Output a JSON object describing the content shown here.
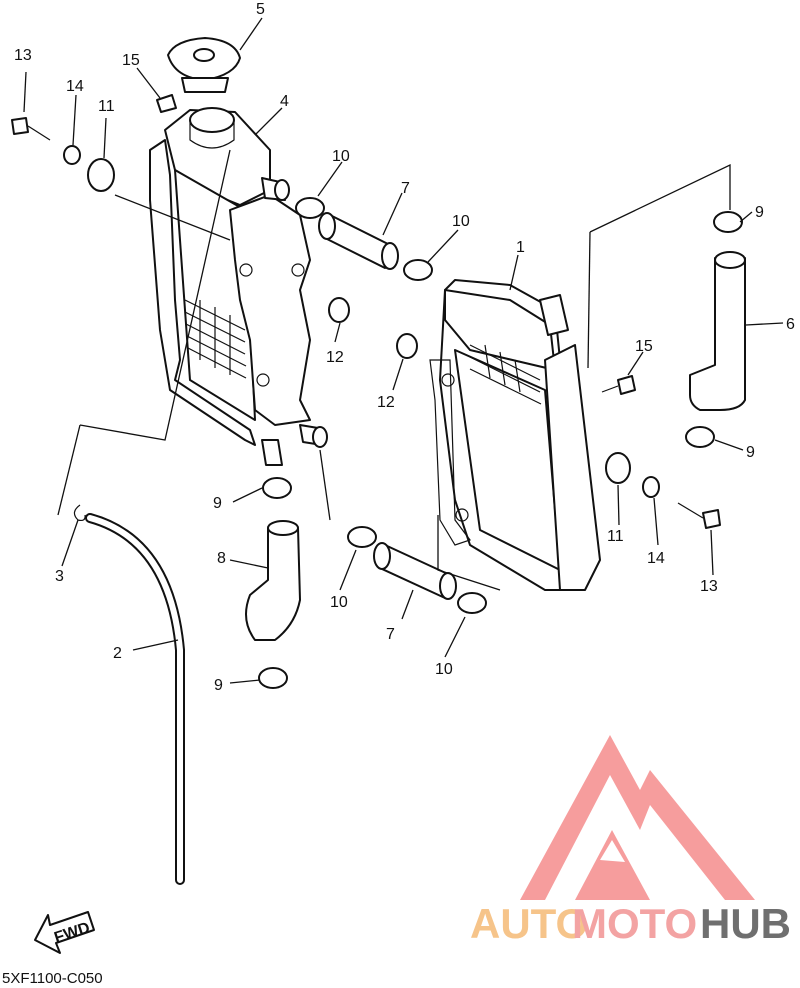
{
  "callouts": [
    {
      "id": "c5a",
      "text": "5"
    },
    {
      "id": "c13a",
      "text": "13"
    },
    {
      "id": "c15a",
      "text": "15"
    },
    {
      "id": "c14a",
      "text": "14"
    },
    {
      "id": "c11a",
      "text": "11"
    },
    {
      "id": "c4",
      "text": "4"
    },
    {
      "id": "c10a",
      "text": "10"
    },
    {
      "id": "c7a",
      "text": "7"
    },
    {
      "id": "c10b",
      "text": "10"
    },
    {
      "id": "c9a",
      "text": "9"
    },
    {
      "id": "c1",
      "text": "1"
    },
    {
      "id": "c6",
      "text": "6"
    },
    {
      "id": "c12a",
      "text": "12"
    },
    {
      "id": "c12b",
      "text": "12"
    },
    {
      "id": "c15b",
      "text": "15"
    },
    {
      "id": "c9b",
      "text": "9"
    },
    {
      "id": "c11b",
      "text": "11"
    },
    {
      "id": "c14b",
      "text": "14"
    },
    {
      "id": "c13b",
      "text": "13"
    },
    {
      "id": "c9c",
      "text": "9"
    },
    {
      "id": "c3",
      "text": "3"
    },
    {
      "id": "c8",
      "text": "8"
    },
    {
      "id": "c10c",
      "text": "10"
    },
    {
      "id": "c7b",
      "text": "7"
    },
    {
      "id": "c10d",
      "text": "10"
    },
    {
      "id": "c2",
      "text": "2"
    },
    {
      "id": "c9d",
      "text": "9"
    }
  ],
  "fwd_label": "FWD",
  "diagram_code": "5XF1100-C050",
  "watermark": {
    "part1": "AUTO",
    "part2": "MOTO",
    "part3": "HUB",
    "colors": {
      "auto": "#f6c48a",
      "moto": "#f3a3a3",
      "hub": "#6f6f6f",
      "logo": "#f48c8c"
    }
  }
}
